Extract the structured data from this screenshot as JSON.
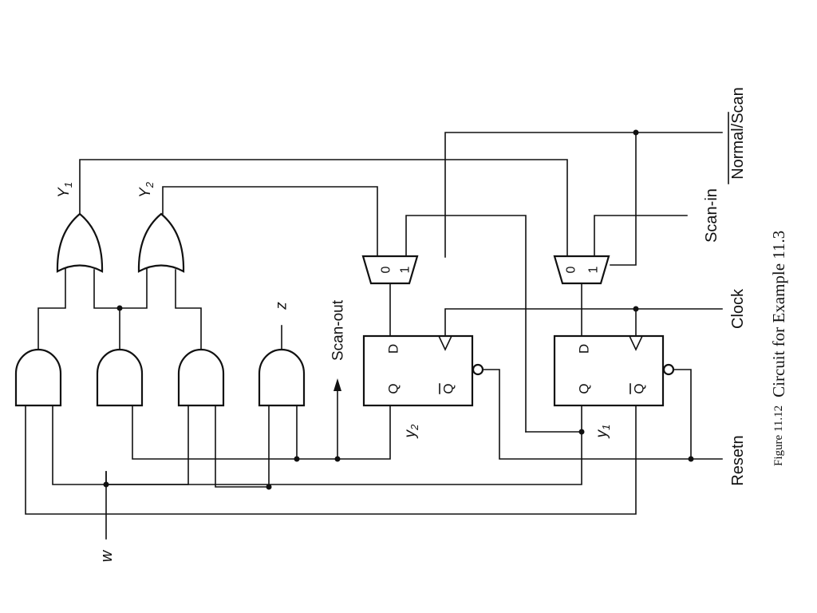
{
  "signals": {
    "normal_scan": "Normal/Scan",
    "scan_in": "Scan-in",
    "clock": "Clock",
    "resetn": "Resetn",
    "scan_out": "Scan-out",
    "w": "w",
    "z": "z"
  },
  "outputs": {
    "Y1_main": "Y",
    "Y1_sub": "1",
    "Y2_main": "Y",
    "Y2_sub": "2"
  },
  "states": {
    "y1_main": "y",
    "y1_sub": "1",
    "y2_main": "y",
    "y2_sub": "2"
  },
  "flipflop": {
    "d": "D",
    "q": "Q",
    "qbar": "Q"
  },
  "mux": {
    "in0": "0",
    "in1": "1"
  },
  "caption": {
    "label": "Figure 11.12",
    "title": "Circuit for Example 11.3"
  }
}
